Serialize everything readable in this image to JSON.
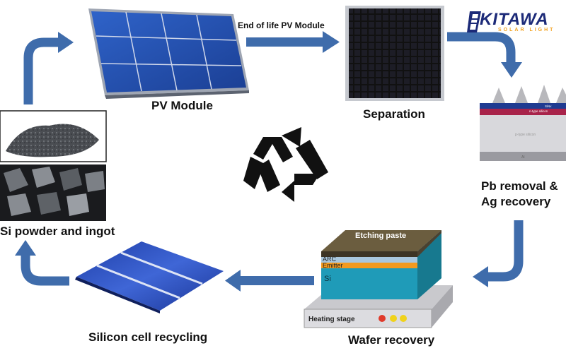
{
  "brand": {
    "name": "KITAWA",
    "tagline": "SOLAR LIGHT"
  },
  "colors": {
    "arrow": "#3f6cab",
    "arrow_dark": "#2f5690",
    "logo_blue": "#1c2a78",
    "logo_orange": "#f2a11f",
    "recycle": "#111111"
  },
  "stages": {
    "pv_module": "PV Module",
    "end_of_life": "End of life  PV Module",
    "separation": "Separation",
    "pb_removal_line1": "Pb removal &",
    "pb_removal_line2": "Ag recovery",
    "wafer_recovery": "Wafer recovery",
    "silicon_cell_recycling": "Silicon cell recycling",
    "si_powder_ingot": "Si powder and ingot"
  },
  "cell_layers": {
    "sinx": "SiNx",
    "ntype": "n-type silicon",
    "ptype": "p-type silicon",
    "al": "Al"
  },
  "wafer_layers": {
    "etching_paste": "Etching paste",
    "arc": "ARC",
    "emitter": "Emitter",
    "si": "Si",
    "heating_stage": "Heating stage"
  },
  "icons": [
    "recycle-icon"
  ]
}
